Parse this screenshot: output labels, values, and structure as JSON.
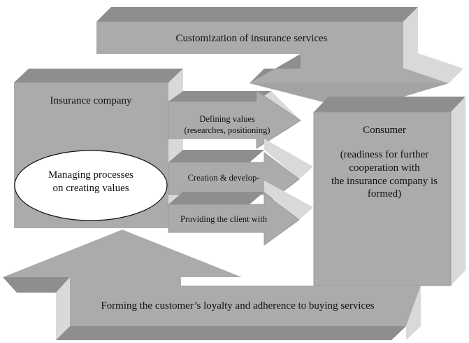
{
  "diagram": {
    "top_arrow": "Customization of insurance services",
    "bottom_arrow": "Forming the customer’s loyalty and adherence to buying services",
    "insurance_company": "Insurance company",
    "managing": "Managing processes\non creating values",
    "consumer_title": "Consumer",
    "consumer_body": "(readiness for further\ncooperation with\nthe insurance company is\nformed)",
    "arrow_defining": "Defining values\n(researches, positioning)",
    "arrow_creation": "Creation & develop-",
    "arrow_providing": "Providing the client with"
  },
  "colors": {
    "front": "#ababab",
    "top_face": "#8e8e8e",
    "side_face": "#d9d9d9",
    "outline": "#9a9a9a",
    "ellipse_fill": "#ffffff"
  }
}
